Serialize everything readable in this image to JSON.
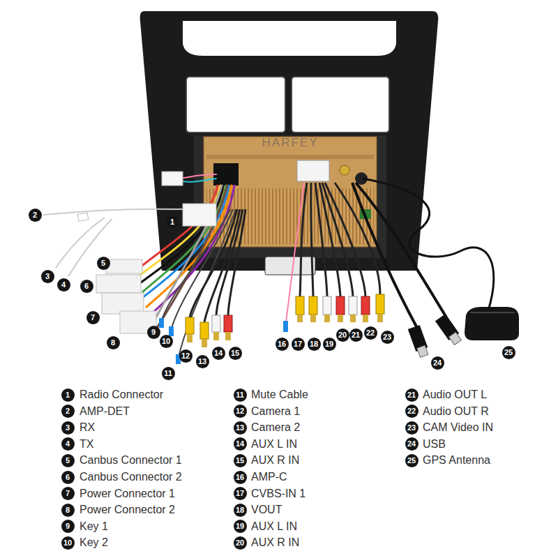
{
  "diagram": {
    "labels": [
      "1",
      "2",
      "3",
      "4",
      "5",
      "6",
      "7",
      "8",
      "9",
      "10",
      "11",
      "12",
      "13",
      "14",
      "15",
      "16",
      "17",
      "18",
      "19",
      "20",
      "21",
      "22",
      "23",
      "24",
      "25",
      "HARFEY",
      "1",
      "Radio Connector",
      "2",
      "AMP-DET",
      "3",
      "RX",
      "4",
      "TX",
      "5",
      "Canbus Connector 1",
      "6",
      "Canbus Connector 2",
      "7",
      "Power Connector 1",
      "8",
      "Power Connector 2",
      "9",
      "Key 1",
      "10",
      "Key 2",
      "11",
      "Mute Cable",
      "12",
      "Camera 1",
      "13",
      "Camera 2",
      "14",
      "AUX L IN",
      "15",
      "AUX R IN",
      "16",
      "AMP-C",
      "17",
      "CVBS-IN 1",
      "18",
      "VOUT",
      "19",
      "AUX L IN",
      "20",
      "AUX R IN",
      "21",
      "Audio OUT L",
      "22",
      "Audio OUT R",
      "23",
      "CAM Video IN",
      "24",
      "USB",
      "25",
      "GPS Antenna"
    ]
  }
}
